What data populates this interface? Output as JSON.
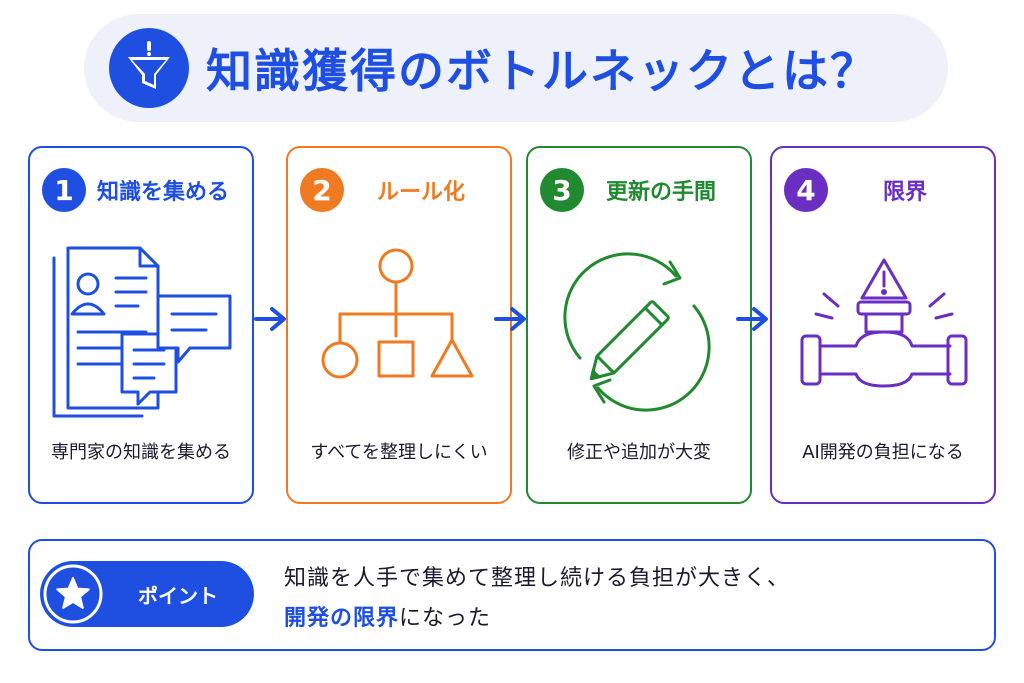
{
  "header": {
    "title": "知識獲得のボトルネックとは？",
    "icon": "funnel-warning-icon",
    "color": "#1e4fe0"
  },
  "steps": [
    {
      "number": "1",
      "title": "知識を集める",
      "caption": "専門家の知識を集める",
      "color": "#1e4fe0",
      "icon": "documents-chat-icon"
    },
    {
      "number": "2",
      "title": "ルール化",
      "caption": "すべてを整理しにくい",
      "color": "#f07a22",
      "icon": "hierarchy-shapes-icon"
    },
    {
      "number": "3",
      "title": "更新の手間",
      "caption": "修正や追加が大変",
      "color": "#21892f",
      "icon": "pencil-refresh-icon"
    },
    {
      "number": "4",
      "title": "限界",
      "caption": "AI開発の負担になる",
      "color": "#6a2ec2",
      "icon": "pipe-warning-icon"
    }
  ],
  "point": {
    "label": "ポイント",
    "line1": "知識を人手で集めて整理し続ける負担が大きく、",
    "line2_highlight": "開発の限界",
    "line2_rest": "になった",
    "icon": "star-icon",
    "color": "#1e4fe0"
  }
}
